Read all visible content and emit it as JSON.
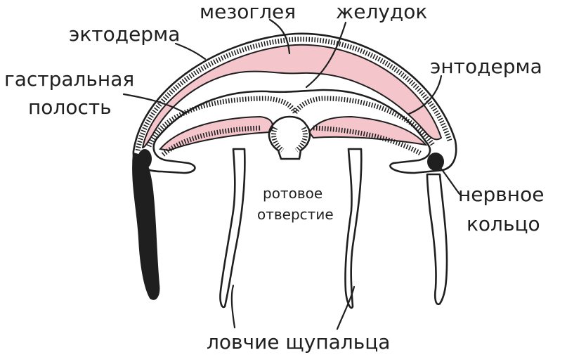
{
  "labels": {
    "mesoglea": "мезоглея",
    "stomach": "желудок",
    "ectoderm": "эктодерма",
    "entoderm": "энтодерма",
    "gastral_cavity_line1": "гастральная",
    "gastral_cavity_line2": "полость",
    "mouth_line1": "ротовое",
    "mouth_line2": "отверстие",
    "nerve_ring_line1": "нервное",
    "nerve_ring_line2": "кольцо",
    "tentacles": "ловчие щупальца"
  },
  "colors": {
    "mesoglea_fill": "#f4c6cc",
    "ink": "#1f1f1f",
    "nerve_tissue": "#1f1f1f"
  }
}
